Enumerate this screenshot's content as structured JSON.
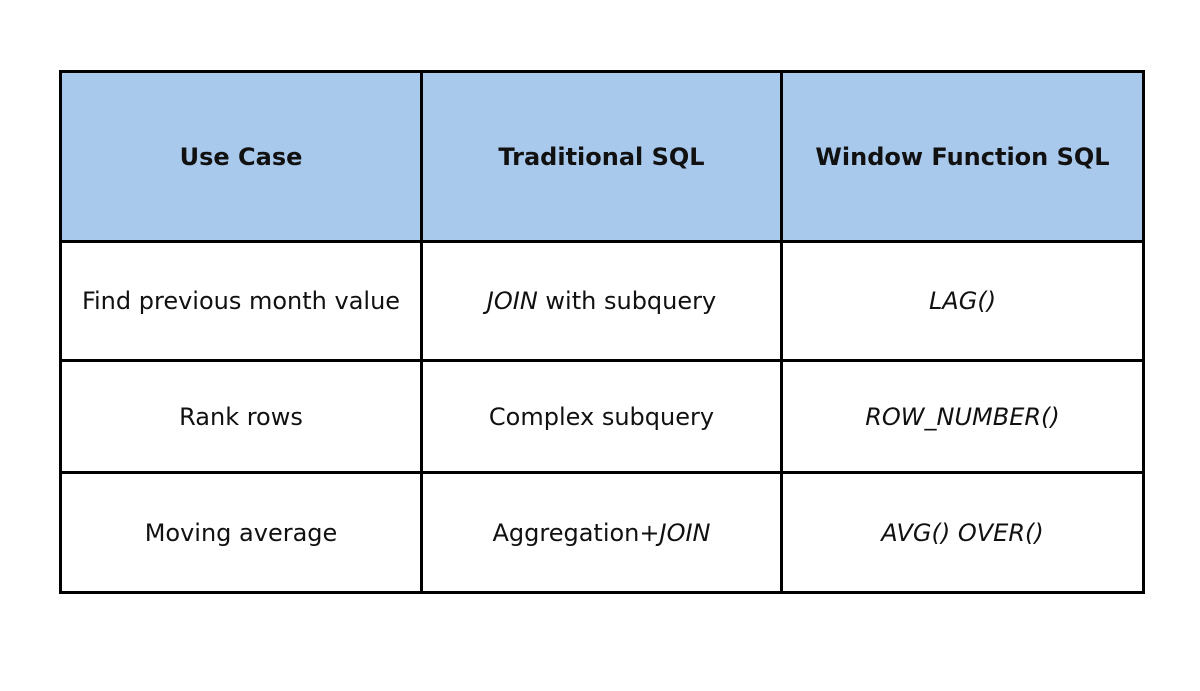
{
  "table": {
    "headers": [
      "Use Case",
      "Traditional SQL",
      "Window Function SQL"
    ],
    "rows": [
      {
        "use_case": "Find previous month value",
        "traditional": {
          "keyword": "JOIN",
          "rest": " with subquery"
        },
        "window": "LAG()"
      },
      {
        "use_case": "Rank rows",
        "traditional": {
          "text": "Complex subquery"
        },
        "window": "ROW_NUMBER()"
      },
      {
        "use_case": "Moving average",
        "traditional": {
          "prefix": "Aggregation+",
          "keyword": "JOIN"
        },
        "window": "AVG() OVER()"
      }
    ]
  },
  "colors": {
    "header_bg": "#a9c9ec",
    "border": "#000000"
  }
}
